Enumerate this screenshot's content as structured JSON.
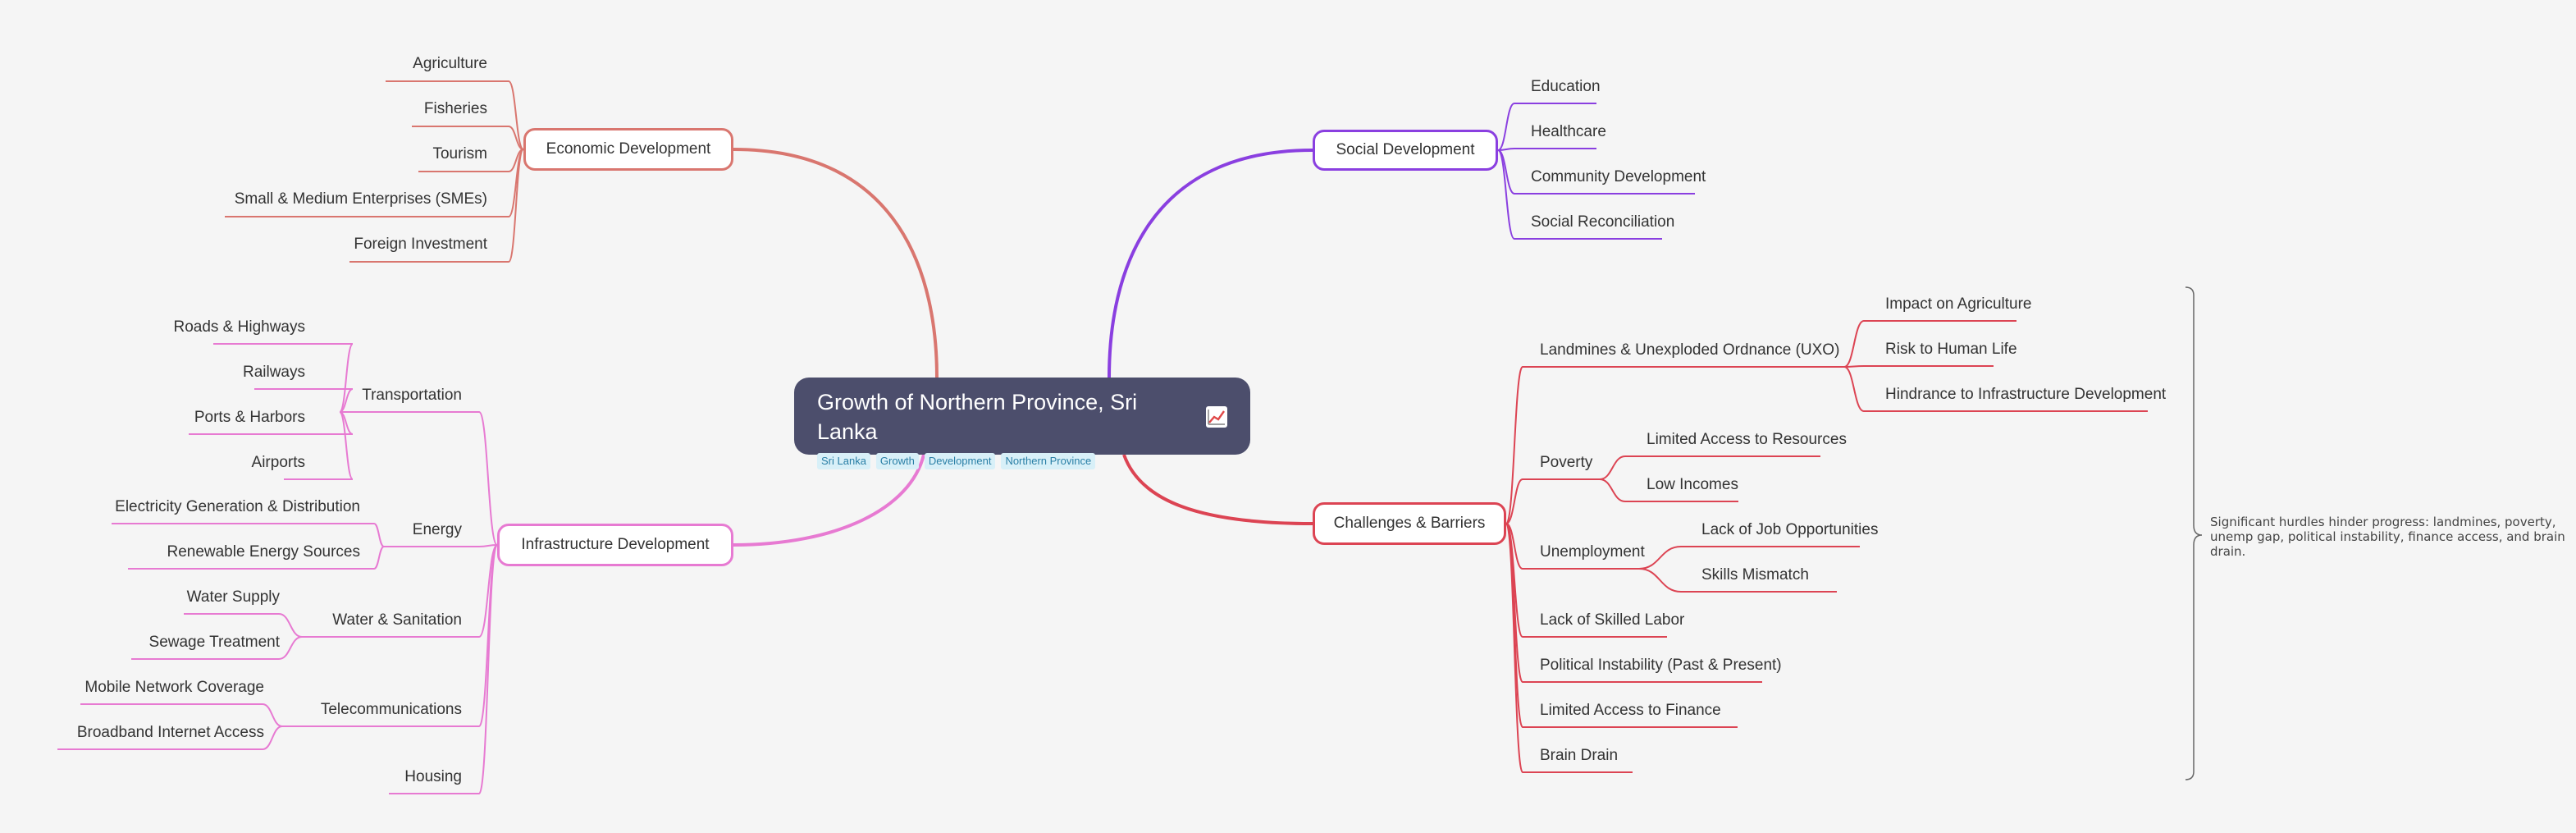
{
  "root": {
    "title": "Growth of Northern Province, Sri Lanka",
    "icon": "chart-increasing-icon",
    "tags": [
      "Sri Lanka",
      "Growth",
      "Development",
      "Northern Province"
    ]
  },
  "colors": {
    "economic": "#d9766f",
    "social": "#8a3fe0",
    "challenges": "#dc4453",
    "infrastructure": "#e77ad2",
    "root": "#4c4e6c"
  },
  "branches": {
    "economic": {
      "label": "Economic Development",
      "children": [
        "Agriculture",
        "Fisheries",
        "Tourism",
        "Small & Medium Enterprises (SMEs)",
        "Foreign Investment"
      ]
    },
    "social": {
      "label": "Social Development",
      "children": [
        "Education",
        "Healthcare",
        "Community Development",
        "Social Reconciliation"
      ]
    },
    "challenges": {
      "label": "Challenges & Barriers",
      "children": [
        {
          "label": "Landmines & Unexploded Ordnance (UXO)",
          "children": [
            "Impact on Agriculture",
            "Risk to Human Life",
            "Hindrance to Infrastructure Development"
          ]
        },
        {
          "label": "Poverty",
          "children": [
            "Limited Access to Resources",
            "Low Incomes"
          ]
        },
        {
          "label": "Unemployment",
          "children": [
            "Lack of Job Opportunities",
            "Skills Mismatch"
          ]
        },
        {
          "label": "Lack of Skilled Labor"
        },
        {
          "label": "Political Instability (Past & Present)"
        },
        {
          "label": "Limited Access to Finance"
        },
        {
          "label": "Brain Drain"
        }
      ],
      "summary": "Significant hurdles hinder progress: landmines, poverty, unemp gap, political instability, finance access, and brain drain."
    },
    "infrastructure": {
      "label": "Infrastructure Development",
      "children": [
        {
          "label": "Transportation",
          "children": [
            "Roads & Highways",
            "Railways",
            "Ports & Harbors",
            "Airports"
          ]
        },
        {
          "label": "Energy",
          "children": [
            "Electricity Generation & Distribution",
            "Renewable Energy Sources"
          ]
        },
        {
          "label": "Water & Sanitation",
          "children": [
            "Water Supply",
            "Sewage Treatment"
          ]
        },
        {
          "label": "Telecommunications",
          "children": [
            "Mobile Network Coverage",
            "Broadband Internet Access"
          ]
        },
        {
          "label": "Housing"
        }
      ]
    }
  }
}
